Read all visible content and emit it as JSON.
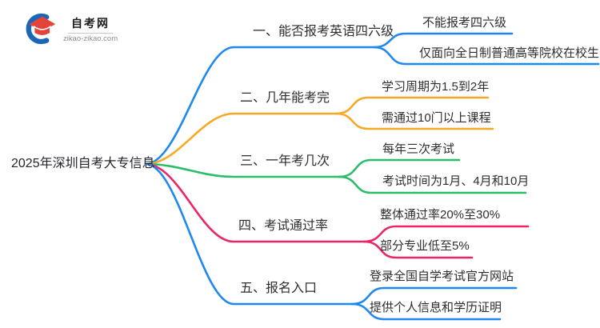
{
  "logo": {
    "title": "自考网",
    "domain": "zikao-zikao.com",
    "cap_color": "#e3443a",
    "swoosh_color": "#1a67b8"
  },
  "root": {
    "label": "2025年深圳自考大专信息"
  },
  "colors": {
    "blue": "#1f87f0",
    "orange": "#f9a823",
    "green": "#2cbd69",
    "pink": "#eb2568",
    "text": "#2e2e2e"
  },
  "branches": [
    {
      "label": "一、能否报考英语四六级",
      "color": "#1f87f0",
      "children": [
        "不能报考四六级",
        "仅面向全日制普通高等院校在校生"
      ]
    },
    {
      "label": "二、几年能考完",
      "color": "#f9a823",
      "children": [
        "学习周期为1.5到2年",
        "需通过10门以上课程"
      ]
    },
    {
      "label": "三、一年考几次",
      "color": "#2cbd69",
      "children": [
        "每年三次考试",
        "考试时间为1月、4月和10月"
      ]
    },
    {
      "label": "四、考试通过率",
      "color": "#eb2568",
      "children": [
        "整体通过率20%至30%",
        "部分专业低至5%"
      ]
    },
    {
      "label": "五、报名入口",
      "color": "#1f87f0",
      "children": [
        "登录全国自学考试官方网站",
        "提供个人信息和学历证明"
      ]
    }
  ]
}
